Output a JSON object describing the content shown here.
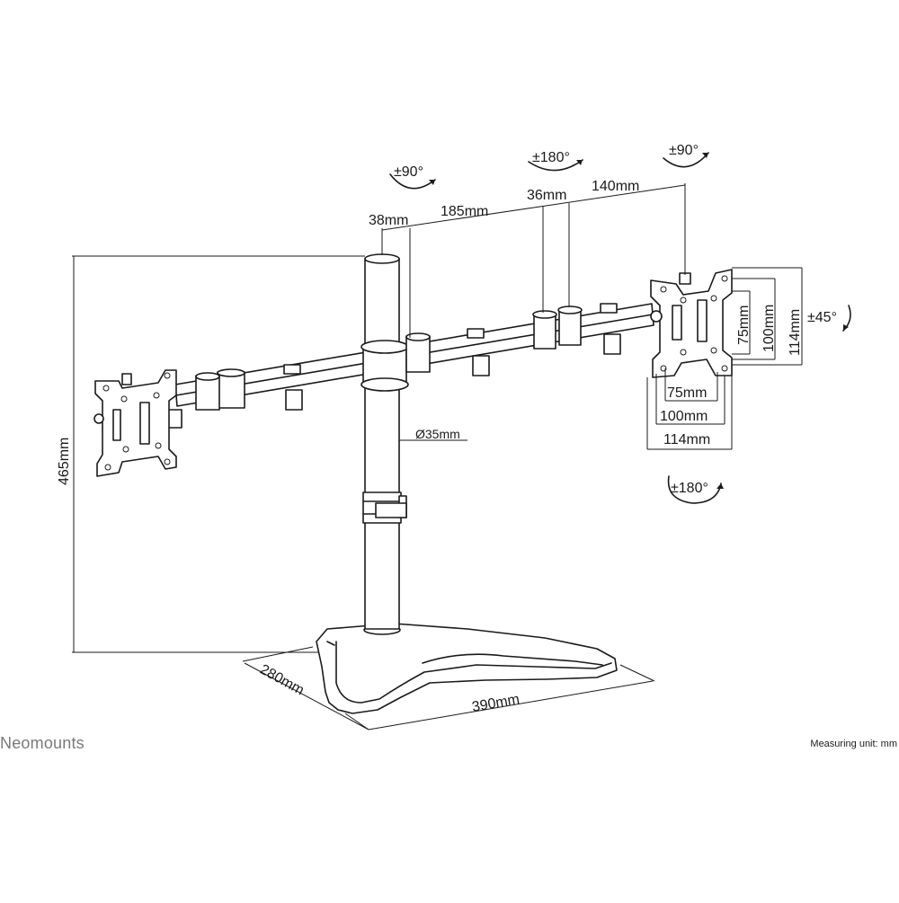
{
  "brand": "Neomounts",
  "measuring_unit": "Measuring unit: mm",
  "rotations": {
    "arm_left": "±90°",
    "arm_mid": "±180°",
    "arm_right": "±90°",
    "tilt": "±45°",
    "swivel": "±180°"
  },
  "dimensions": {
    "pole_offset": "38mm",
    "arm_segment_1": "185mm",
    "joint_offset": "36mm",
    "arm_segment_2": "140mm",
    "height": "465mm",
    "pole_diameter": "Ø35mm",
    "base_depth": "280mm",
    "base_width": "390mm",
    "vesa_h_75": "75mm",
    "vesa_h_100": "100mm",
    "vesa_h_114": "114mm",
    "vesa_v_75": "75mm",
    "vesa_v_100": "100mm",
    "vesa_v_114": "114mm"
  }
}
